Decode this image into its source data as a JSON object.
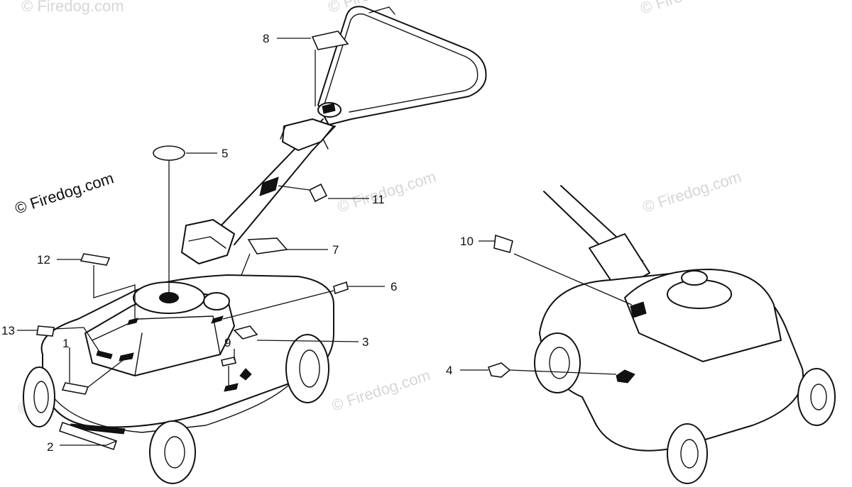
{
  "copyright": "© Firedog.com",
  "watermark": "© Firedog.com",
  "callouts": [
    {
      "id": "1",
      "number": "1"
    },
    {
      "id": "2",
      "number": "2"
    },
    {
      "id": "3",
      "number": "3"
    },
    {
      "id": "4",
      "number": "4"
    },
    {
      "id": "5",
      "number": "5"
    },
    {
      "id": "6",
      "number": "6"
    },
    {
      "id": "7",
      "number": "7"
    },
    {
      "id": "8",
      "number": "8"
    },
    {
      "id": "9",
      "number": "9"
    },
    {
      "id": "10",
      "number": "10"
    },
    {
      "id": "11",
      "number": "11"
    },
    {
      "id": "12",
      "number": "12"
    },
    {
      "id": "13",
      "number": "13"
    }
  ]
}
